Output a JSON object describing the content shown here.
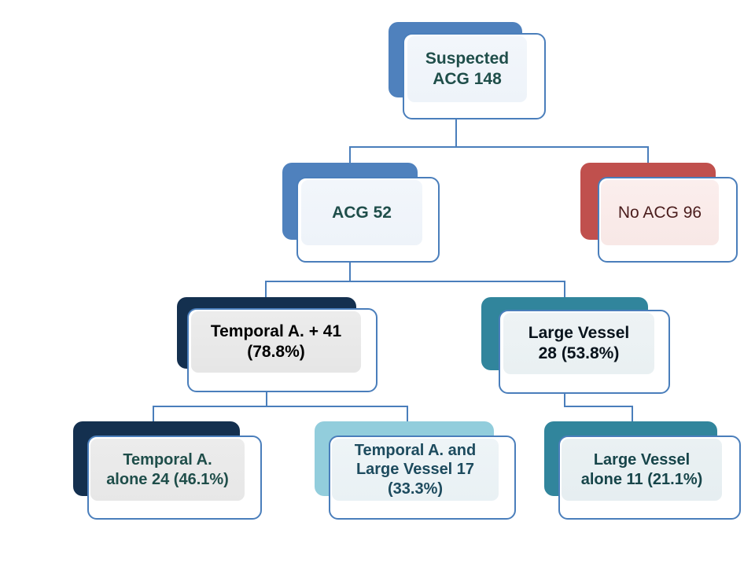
{
  "diagram": {
    "title": "Suspected ACG patient flow",
    "type": "flowchart",
    "background_color": "#ffffff",
    "connector_color": "#4a7ebb",
    "nodes": [
      {
        "id": "suspected",
        "label": "Suspected\nACG 148",
        "count": 148,
        "plate_color": "#4f81bd",
        "fill_color": "#eef3f9",
        "text_color": "#1f4e4a",
        "level": 1
      },
      {
        "id": "acg",
        "label": "ACG 52",
        "count": 52,
        "plate_color": "#4f81bd",
        "fill_color": "#eef3f9",
        "text_color": "#1f4e4a",
        "level": 2
      },
      {
        "id": "no-acg",
        "label": "No ACG 96",
        "count": 96,
        "plate_color": "#c0504d",
        "fill_color": "#f8e8e6",
        "text_color": "#4a1c1c",
        "level": 2
      },
      {
        "id": "temporal-artery",
        "label": "Temporal A. + 41\n(78.8%)",
        "count": 41,
        "percent": "78.8%",
        "plate_color": "#14304f",
        "fill_color": "#e6e6e6",
        "text_color": "#000000",
        "level": 3
      },
      {
        "id": "large-vessel",
        "label": "Large Vessel\n28 (53.8%)",
        "count": 28,
        "percent": "53.8%",
        "plate_color": "#31859c",
        "fill_color": "#e9f0f2",
        "text_color": "#08131c",
        "level": 3
      },
      {
        "id": "temporal-artery-alone",
        "label": "Temporal A.\nalone 24 (46.1%)",
        "count": 24,
        "percent": "46.1%",
        "plate_color": "#14304f",
        "fill_color": "#e7e7e7",
        "text_color": "#1f4e4a",
        "level": 4
      },
      {
        "id": "temporal-and-large-vessel",
        "label": "Temporal A. and\nLarge Vessel 17\n(33.3%)",
        "count": 17,
        "percent": "33.3%",
        "plate_color": "#92cddc",
        "fill_color": "#e9f1f4",
        "text_color": "#1d4b5e",
        "level": 4
      },
      {
        "id": "large-vessel-alone",
        "label": "Large Vessel\nalone 11 (21.1%)",
        "count": 11,
        "percent": "21.1%",
        "plate_color": "#31859c",
        "fill_color": "#e6eef1",
        "text_color": "#17454a",
        "level": 4
      }
    ],
    "edges": [
      {
        "from": "suspected",
        "to": "acg"
      },
      {
        "from": "suspected",
        "to": "no-acg"
      },
      {
        "from": "acg",
        "to": "temporal-artery"
      },
      {
        "from": "acg",
        "to": "large-vessel"
      },
      {
        "from": "temporal-artery",
        "to": "temporal-artery-alone"
      },
      {
        "from": "temporal-artery",
        "to": "temporal-and-large-vessel"
      },
      {
        "from": "large-vessel",
        "to": "large-vessel-alone"
      }
    ]
  }
}
